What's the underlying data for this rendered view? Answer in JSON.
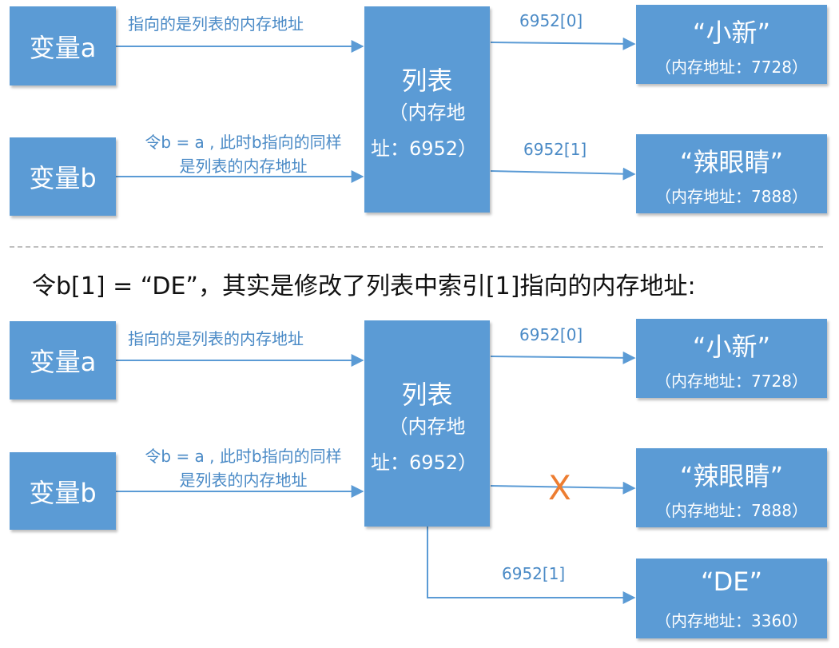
{
  "var_a": "变量a",
  "var_b": "变量b",
  "list": {
    "title": "列表",
    "line2": "（内存地",
    "line3": "址：6952）"
  },
  "labels": {
    "a_points": "指向的是列表的内存地址",
    "b_assign_1": "令b = a , 此时b指向的同样",
    "b_assign_2": "是列表的内存地址",
    "idx0": "6952[0]",
    "idx1": "6952[1]"
  },
  "values": {
    "xiaoxin": {
      "text": "“小新”",
      "addr": "（内存地址：7728）"
    },
    "lay": {
      "text": "“辣眼睛”",
      "addr": "（内存地址：7888）"
    },
    "de": {
      "text": "“DE”",
      "addr": "（内存地址：3360）"
    }
  },
  "caption": "令b[1] = “DE”，其实是修改了列表中索引[1]指向的内存地址:",
  "x_mark": "X",
  "colors": {
    "box": "#5b9bd5",
    "arrow": "#5b9bd5",
    "label": "#4a8ac6",
    "x_mark": "#ed7d31"
  }
}
